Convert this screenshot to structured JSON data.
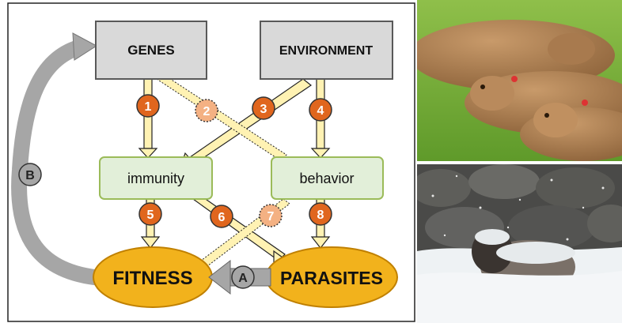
{
  "boxes": {
    "genes": "GENES",
    "environment": "ENVIRONMENT",
    "immunity": "immunity",
    "behavior": "behavior",
    "fitness": "FITNESS",
    "parasites": "PARASITES"
  },
  "paths": {
    "p1": "1",
    "p2": "2",
    "p3": "3",
    "p4": "4",
    "p5": "5",
    "p6": "6",
    "p7": "7",
    "p8": "8",
    "pA": "A",
    "pB": "B"
  },
  "colors": {
    "gray_box": "#d9d9d9",
    "green_box": "#e2efd9",
    "green_border": "#9bbb59",
    "ellipse": "#f2b21c",
    "orange_circle": "#e0661e",
    "pale_circle": "#f4b183",
    "arrow_fill": "#fff2b3",
    "gray_arrow": "#a6a6a6"
  },
  "photos": {
    "top": "sheep-resting-on-grass",
    "bottom": "sheep-in-snow"
  }
}
